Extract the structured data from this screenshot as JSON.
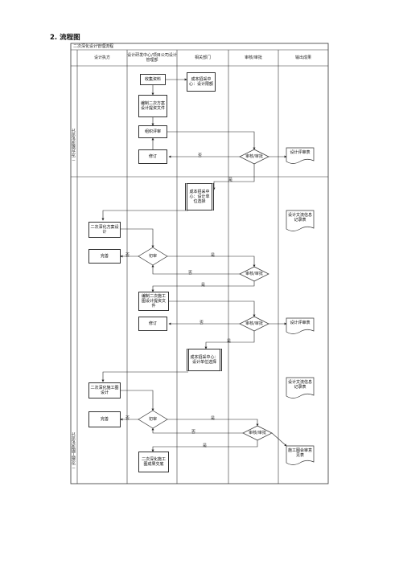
{
  "heading": "2.  流程图",
  "diagram": {
    "title": "二次深化设计管理流程",
    "columns": [
      "设计执方",
      "设计研发中心/项目公司设计管理部",
      "相关部门",
      "审核/审批",
      "输出成果"
    ],
    "lanes": [
      "二次方案深化设计",
      "二次施工图深化设计"
    ],
    "nodes": {
      "n1": "收集资料",
      "n2": "成本招采中心：设计限额",
      "n3": "编制二次方案设计提资文件",
      "n4": "组织评审",
      "n5": "修订",
      "d1": "审核/审批",
      "o1": "设计评审表",
      "n6": "成本招采中心：设计单位选择",
      "n7": "二次深化方案设计",
      "o2": "设计文流信息记录表",
      "n8": "完善",
      "d2": "初审",
      "d3": "审核/审批",
      "n9": "编制二次施工图设计提资文件",
      "n10": "修订",
      "d4": "审核/审批",
      "o3": "设计评审表",
      "n11": "成本招采中心：设计单位选择",
      "n12": "二次深化施工图设计",
      "o4": "设计文流信息记录表",
      "n13": "完善",
      "d5": "初审",
      "d6": "审核/审批",
      "n14": "二次深化施工图成果交底",
      "o5": "施工图会审意见表"
    },
    "edge_labels": {
      "no": "否",
      "yes": "是"
    }
  }
}
